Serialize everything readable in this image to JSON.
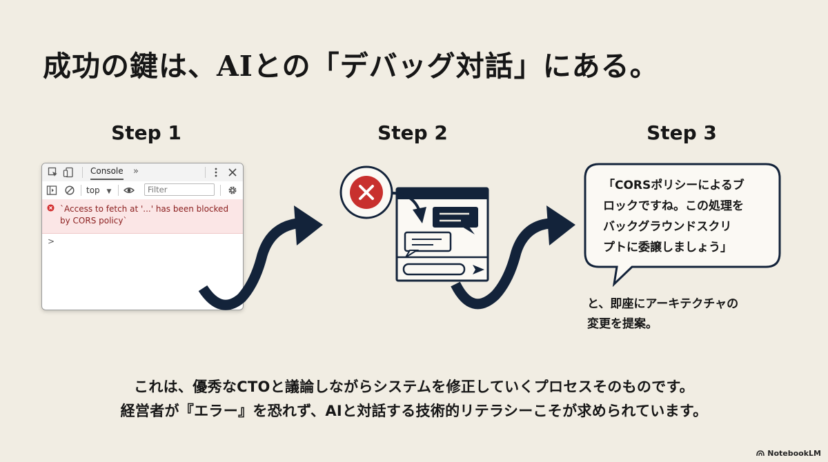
{
  "title": "成功の鍵は、AIとの「デバッグ対話」にある。",
  "steps": [
    {
      "label": "Step 1"
    },
    {
      "label": "Step 2"
    },
    {
      "label": "Step 3"
    }
  ],
  "devtools": {
    "tab_label": "Console",
    "more_label": "»",
    "context_value": "top",
    "filter_placeholder": "Filter",
    "error_message": "`Access to fetch at '...' has been blocked by CORS policy`",
    "prompt": ">"
  },
  "step3": {
    "bubble_lines": [
      "「CORSポリシーによるブ",
      "ロックですね。この処理を",
      "バックグラウンドスクリ",
      "プトに委譲しましょう」"
    ],
    "note_lines": [
      "と、即座にアーキテクチャの",
      "変更を提案。"
    ]
  },
  "bottom_lines": [
    "これは、優秀なCTOと議論しながらシステムを修正していくプロセスそのものです。",
    "経営者が『エラー』を恐れず、AIと対話する技術的リテラシーこそが求められています。"
  ],
  "brand": "NotebookLM",
  "colors": {
    "background": "#f1ede3",
    "arrow": "#13233a",
    "error_red": "#c8302e",
    "error_bg": "#fbe6e6"
  },
  "icons": [
    "inspect-icon",
    "device-icon",
    "kebab-icon",
    "close-icon",
    "sidebar-icon",
    "clear-icon",
    "eye-icon",
    "gear-icon",
    "error-icon",
    "send-icon",
    "curved-arrow-icon",
    "notebooklm-logo-icon"
  ]
}
